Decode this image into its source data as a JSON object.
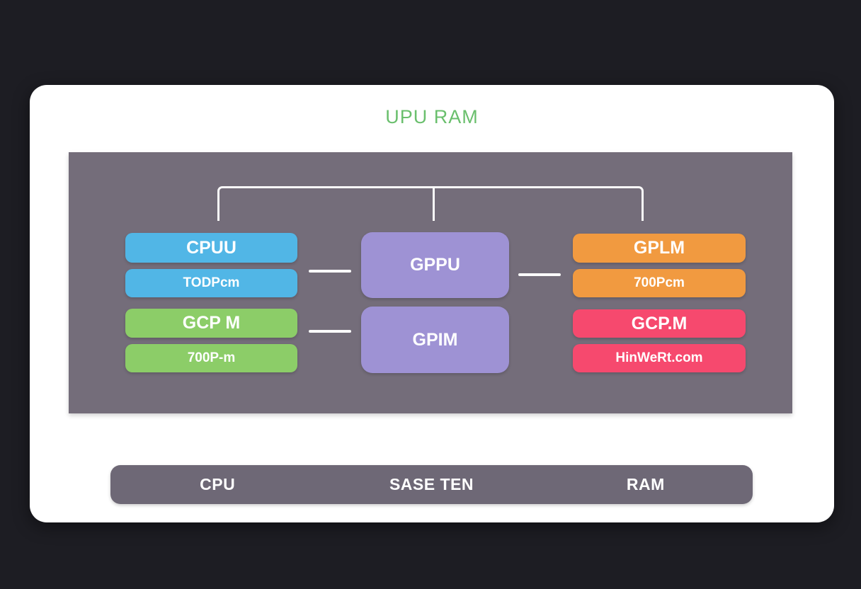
{
  "title": "UPU RAM",
  "colors": {
    "background": "#1d1d23",
    "card": "#ffffff",
    "panel": "#746d7a",
    "legend_bar": "#6e6876",
    "title_green": "#6abf6d",
    "node_blue": "#51b6e6",
    "node_green": "#8ccd68",
    "node_purple": "#9e92d4",
    "node_orange": "#f19a40",
    "node_pink": "#f6496e",
    "connector_white": "#fafafa"
  },
  "diagram": {
    "left_boxes": [
      {
        "label": "CPUU"
      },
      {
        "label": "TODPcm"
      },
      {
        "label": "GCP M"
      },
      {
        "label": "700P-m"
      }
    ],
    "middle_boxes": [
      {
        "label": "GPPU"
      },
      {
        "label": "GPIM"
      }
    ],
    "right_boxes": [
      {
        "label": "GPLM"
      },
      {
        "label": "700Pcm"
      },
      {
        "label": "GCP.M"
      },
      {
        "label": "HinWeRt.com"
      }
    ]
  },
  "legend": {
    "items": [
      {
        "label": "CPU"
      },
      {
        "label": "SASE TEN"
      },
      {
        "label": "RAM"
      }
    ]
  }
}
